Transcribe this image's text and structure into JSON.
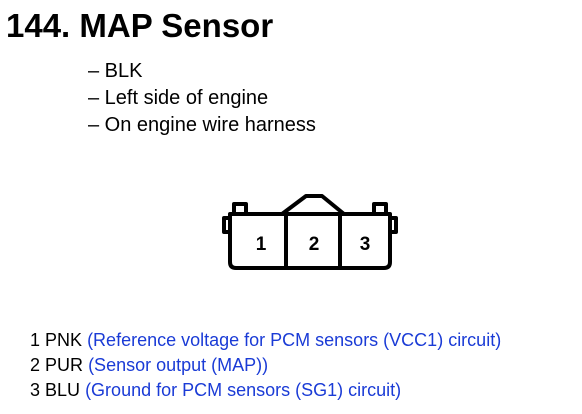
{
  "title": "144. MAP Sensor",
  "bullets": [
    "– BLK",
    "– Left side of engine",
    "– On engine wire harness"
  ],
  "connector": {
    "pins": [
      "1",
      "2",
      "3"
    ]
  },
  "wiring": [
    {
      "pin": "1",
      "color": "PNK",
      "description": "(Reference voltage for PCM sensors (VCC1) circuit)"
    },
    {
      "pin": "2",
      "color": "PUR",
      "description": "(Sensor output (MAP))"
    },
    {
      "pin": "3",
      "color": "BLU",
      "description": "(Ground for PCM sensors (SG1) circuit)"
    }
  ],
  "colors": {
    "text": "#000000",
    "description": "#1a3bd6"
  }
}
